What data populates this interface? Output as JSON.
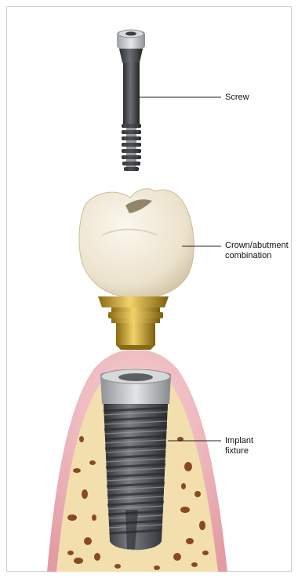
{
  "labels": {
    "screw": "Screw",
    "crown": "Crown/abutment\ncombination",
    "implant": "Implant\nfixture"
  },
  "colors": {
    "background": "#ffffff",
    "frame": "#cfcfcf",
    "screw_metal": "#3a3d40",
    "screw_head": "#c9cbcd",
    "crown_enamel": "#efe6d2",
    "abutment_gold": "#c9a02e",
    "gum": "#e8b3b8",
    "bone": "#f3dfae",
    "bone_pores": "#8a4a1f",
    "implant_metal": "#4a4d52",
    "leader_line": "#222222"
  }
}
